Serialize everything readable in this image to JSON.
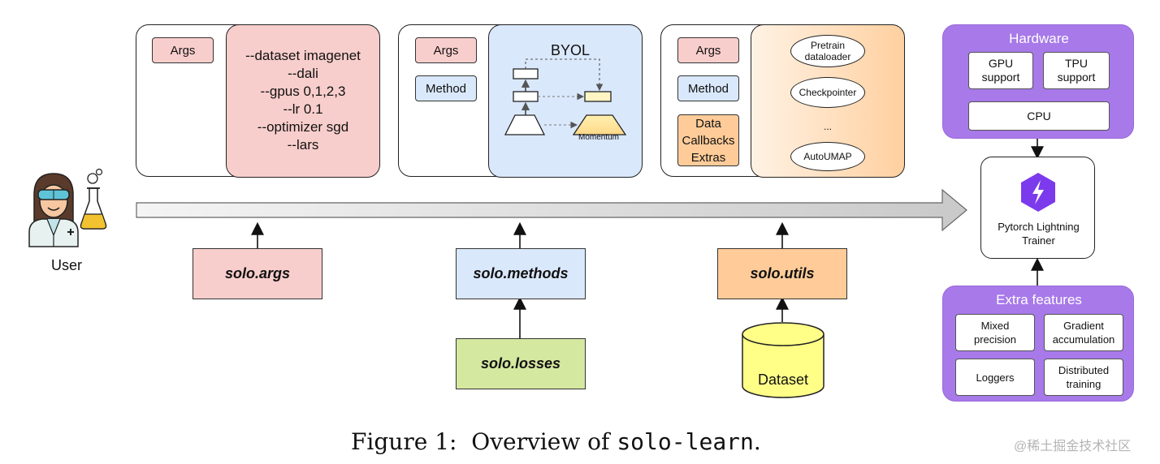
{
  "user": {
    "label": "User"
  },
  "panels": {
    "args": {
      "chip": "Args",
      "cli_lines": [
        "--dataset imagenet",
        "--dali",
        "--gpus 0,1,2,3",
        "--lr 0.1",
        "--optimizer sgd",
        "--lars"
      ]
    },
    "methods": {
      "chip_args": "Args",
      "chip_method": "Method",
      "byol_title": "BYOL",
      "momentum_label": "Momentum"
    },
    "utils": {
      "chip_args": "Args",
      "chip_method": "Method",
      "chip_extras_lines": [
        "Data",
        "Callbacks",
        "Extras"
      ],
      "pretrain_lines": [
        "Pretrain",
        "dataloader"
      ],
      "checkpointer": "Checkpointer",
      "ellipsis": "...",
      "autoumap": "AutoUMAP"
    }
  },
  "modules": {
    "args": "solo.args",
    "methods": "solo.methods",
    "losses": "solo.losses",
    "utils": "solo.utils",
    "dataset": "Dataset"
  },
  "hardware": {
    "title": "Hardware",
    "gpu_lines": [
      "GPU",
      "support"
    ],
    "tpu_lines": [
      "TPU",
      "support"
    ],
    "cpu": "CPU"
  },
  "trainer": {
    "lines": [
      "Pytorch Lightning",
      "Trainer"
    ]
  },
  "extra": {
    "title": "Extra features",
    "mixed_lines": [
      "Mixed",
      "precision"
    ],
    "gradient_lines": [
      "Gradient",
      "accumulation"
    ],
    "loggers": "Loggers",
    "distributed_lines": [
      "Distributed",
      "training"
    ]
  },
  "caption": {
    "prefix": "Figure 1:  Overview of ",
    "code": "solo-learn",
    "suffix": "."
  },
  "watermark": "@稀土掘金技术社区",
  "colors": {
    "pink": "#f8cecc",
    "blue": "#dae8fc",
    "orange": "#ffcc99",
    "green": "#d5e8a0",
    "yellow": "#ffff88",
    "purple": "#a779e9",
    "lightning": "#7c3aed"
  }
}
